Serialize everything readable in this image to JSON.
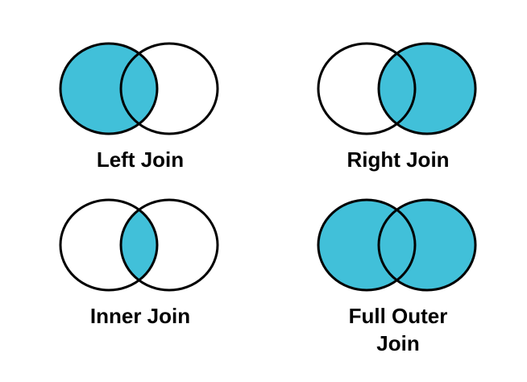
{
  "page": {
    "background": "#ffffff"
  },
  "colors": {
    "venn_fill": "#41c0d9",
    "venn_stroke": "#000000",
    "label": "#000000"
  },
  "diagrams": [
    {
      "id": "left-join",
      "label": "Left Join",
      "shaded_region": "left-circle"
    },
    {
      "id": "right-join",
      "label": "Right Join",
      "shaded_region": "right-circle"
    },
    {
      "id": "inner-join",
      "label": "Inner Join",
      "shaded_region": "intersection"
    },
    {
      "id": "full-outer-join",
      "label": "Full Outer Join",
      "shaded_region": "both-circles"
    }
  ]
}
